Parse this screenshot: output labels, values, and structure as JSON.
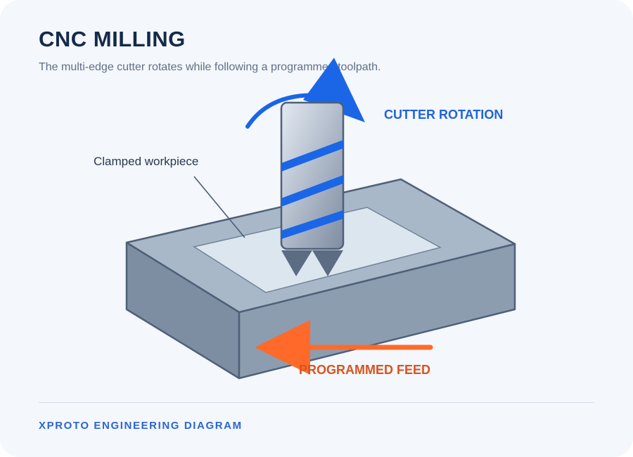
{
  "header": {
    "title": "CNC MILLING",
    "subtitle": "The multi-edge cutter rotates while following a programmed toolpath."
  },
  "diagram": {
    "workpiece_label": "Clamped workpiece",
    "rotation_label": "CUTTER ROTATION",
    "feed_label": "PROGRAMMED FEED"
  },
  "footer": {
    "label": "XPROTO ENGINEERING DIAGRAM"
  },
  "colors": {
    "rotation": "#1a66e6",
    "feed": "#ff6a2a",
    "feed_text": "#d9531e"
  }
}
